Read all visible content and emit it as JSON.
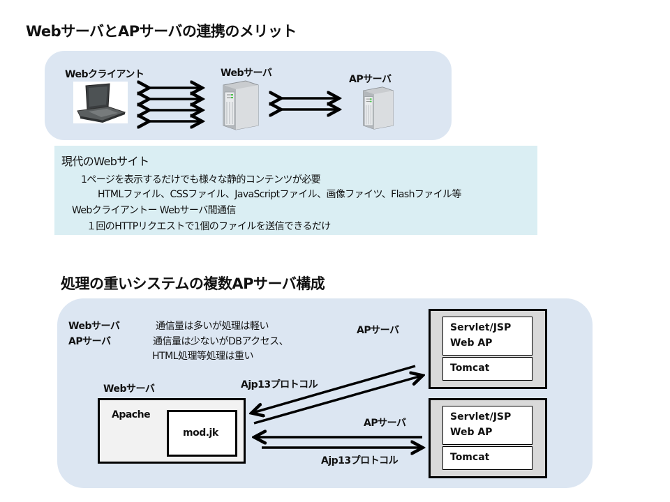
{
  "slide": {
    "title1": "WebサーバとAPサーバの連携のメリット",
    "title2": "処理の重いシステムの複数APサーバ構成"
  },
  "top_diagram": {
    "client_label": "Webクライアント",
    "web_server_label": "Webサーバ",
    "ap_server_label": "APサーバ",
    "client_icon": "laptop-icon",
    "server_icon": "server-tower-icon",
    "client_web_arrows": 4,
    "web_ap_arrows": 2
  },
  "note": {
    "heading": "現代のWebサイト",
    "lines": [
      "1ページを表示するだけでも様々な静的コンテンツが必要",
      "HTMLファイル、CSSファイル、JavaScriptファイル、画像ファイツ、Flashファイル等",
      "Webクライアントー Webサーバ間通信",
      "１回のHTTPリクエストで1個のファイルを送信できるだけ"
    ]
  },
  "bottom_diagram": {
    "desc": [
      {
        "role": "Webサーバ",
        "text": "通信量は多いが処理は軽い"
      },
      {
        "role": "APサーバ",
        "text": "通信量は少ないがDBアクセス、"
      },
      {
        "role": "",
        "text": "HTML処理等処理は重い"
      }
    ],
    "web_server_label": "Webサーバ",
    "apache_label": "Apache",
    "modjk_label": "mod.jk",
    "protocol_label_1": "Ajp13プロトコル",
    "protocol_label_2": "Ajp13プロトコル",
    "ap_servers": [
      {
        "label": "APサーバ",
        "app_line1": "Servlet/JSP",
        "app_line2": "Web AP",
        "container": "Tomcat"
      },
      {
        "label": "APサーバ",
        "app_line1": "Servlet/JSP",
        "app_line2": "Web AP",
        "container": "Tomcat"
      }
    ]
  }
}
